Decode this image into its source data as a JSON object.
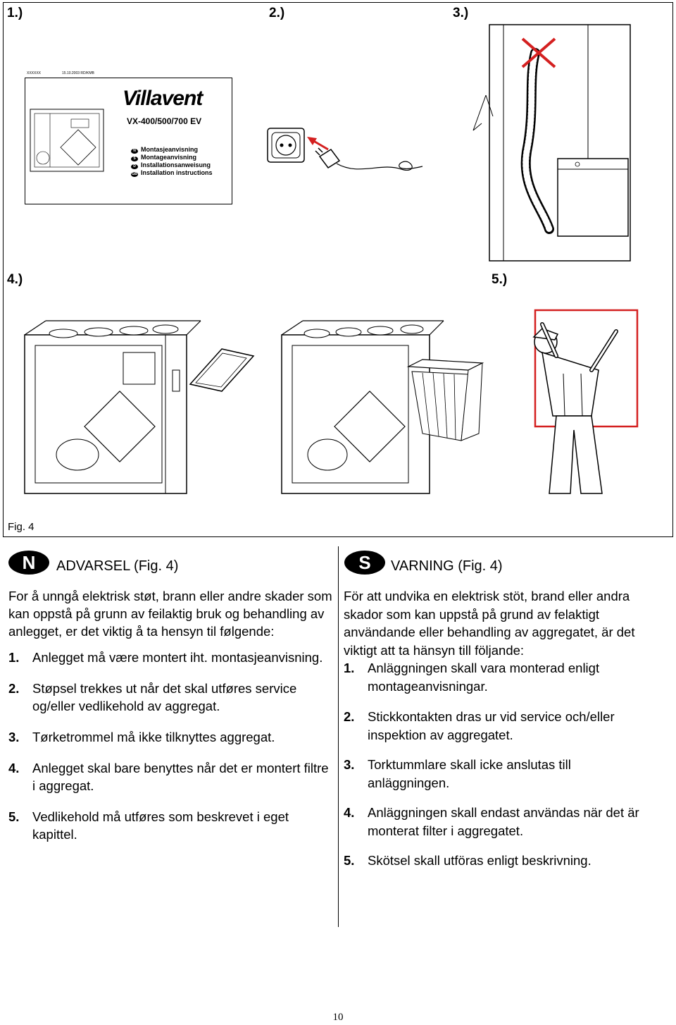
{
  "figure_labels": {
    "f1": "1.)",
    "f2": "2.)",
    "f3": "3.)",
    "f4": "4.)",
    "f5": "5.)",
    "caption": "Fig. 4"
  },
  "manual": {
    "code": "XXXXXX",
    "date": "15.10.2003 RD/KMB",
    "brand": "Villavent",
    "model": "VX-400/500/700 EV",
    "languages": [
      {
        "flag": "N",
        "text": "Montasjeanvisning"
      },
      {
        "flag": "S",
        "text": "Montageanvisning"
      },
      {
        "flag": "D",
        "text": "Installationsanweisung"
      },
      {
        "flag": "GB",
        "text": "Installation instructions"
      }
    ]
  },
  "norwegian": {
    "badge": "N",
    "heading": "ADVARSEL (Fig. 4)",
    "intro": "For å unngå elektrisk støt, brann eller andre skader som kan oppstå på grunn av feilaktig bruk og behandling av anlegget, er det viktig å ta hensyn til følgende:",
    "items": [
      {
        "num": "1.",
        "text": "Anlegget må være montert iht. montasjeanvisning."
      },
      {
        "num": "2.",
        "text": "Støpsel trekkes ut når det skal utføres service og/eller vedlikehold av aggregat."
      },
      {
        "num": "3.",
        "text": "Tørketrommel må ikke tilknyttes aggregat."
      },
      {
        "num": "4.",
        "text": "Anlegget skal bare benyttes når det er montert filtre i aggregat."
      },
      {
        "num": "5.",
        "text": "Vedlikehold må utføres som beskrevet i eget kapittel."
      }
    ]
  },
  "swedish": {
    "badge": "S",
    "heading": "VARNING (Fig. 4)",
    "intro": "För att undvika en elektrisk stöt, brand eller andra skador som kan uppstå på grund av felaktigt användande eller behandling av aggregatet, är det viktigt att ta hänsyn till följande:",
    "items": [
      {
        "num": "1.",
        "text": "Anläggningen skall vara monterad enligt montageanvisningar."
      },
      {
        "num": "2.",
        "text": "Stickkontakten dras ur vid service och/eller inspektion av aggregatet."
      },
      {
        "num": "3.",
        "text": "Torktummlare skall icke anslutas till anläggningen."
      },
      {
        "num": "4.",
        "text": "Anläggningen skall endast användas när det är monterat filter i aggregatet."
      },
      {
        "num": "5.",
        "text": "Skötsel skall utföras enligt beskrivning."
      }
    ]
  },
  "page_number": "10",
  "colors": {
    "warning_red": "#d42020",
    "ink": "#000000"
  }
}
